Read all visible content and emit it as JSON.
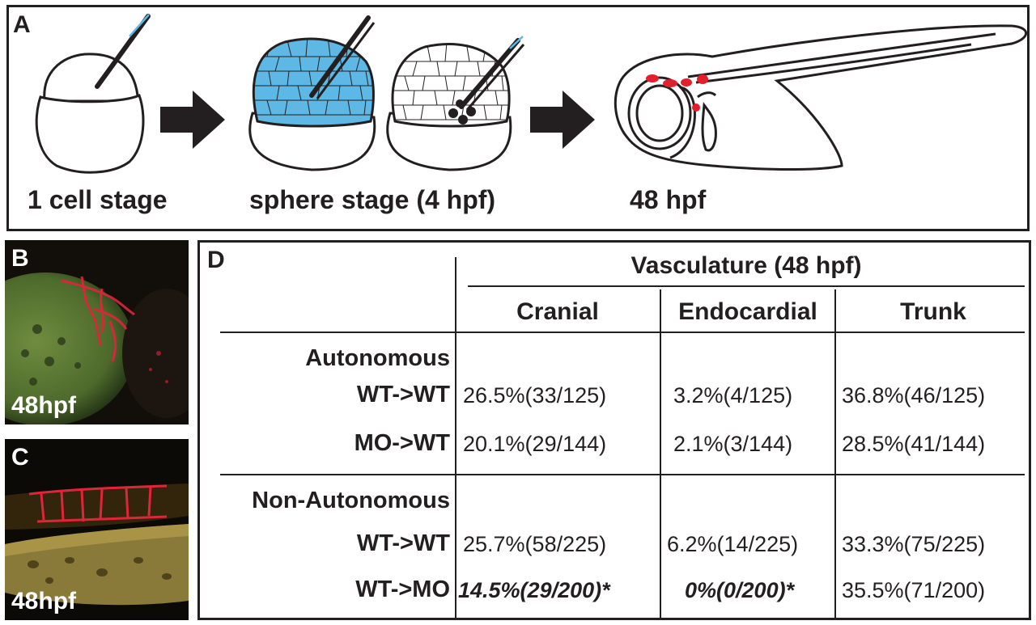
{
  "panel_a": {
    "letter": "A",
    "stage_1_label": "1 cell stage",
    "stage_2_label": "sphere stage (4 hpf)",
    "stage_3_label": "48 hpf",
    "colors": {
      "donor_blue": "#5db8e6",
      "transplant_red": "#e31e2d",
      "ink": "#231f20"
    }
  },
  "panel_b": {
    "letter": "B",
    "stamp": "48hpf"
  },
  "panel_c": {
    "letter": "C",
    "stamp": "48hpf"
  },
  "panel_d": {
    "letter": "D",
    "group_header": "Vasculature (48 hpf)",
    "columns": [
      "Cranial",
      "Endocardial",
      "Trunk"
    ],
    "sections": [
      {
        "title": "Autonomous",
        "rows": [
          {
            "label": "WT->WT",
            "values": [
              "26.5%(33/125)",
              "3.2%(4/125)",
              "36.8%(46/125)"
            ],
            "significant": [
              false,
              false,
              false
            ]
          },
          {
            "label": "MO->WT",
            "values": [
              "20.1%(29/144)",
              "2.1%(3/144)",
              "28.5%(41/144)"
            ],
            "significant": [
              false,
              false,
              false
            ]
          }
        ]
      },
      {
        "title": "Non-Autonomous",
        "rows": [
          {
            "label": "WT->WT",
            "values": [
              "25.7%(58/225)",
              "6.2%(14/225)",
              "33.3%(75/225)"
            ],
            "significant": [
              false,
              false,
              false
            ]
          },
          {
            "label": "WT->MO",
            "values": [
              "14.5%(29/200)*",
              "0%(0/200)*",
              "35.5%(71/200)"
            ],
            "significant": [
              true,
              true,
              false
            ]
          }
        ]
      }
    ]
  }
}
